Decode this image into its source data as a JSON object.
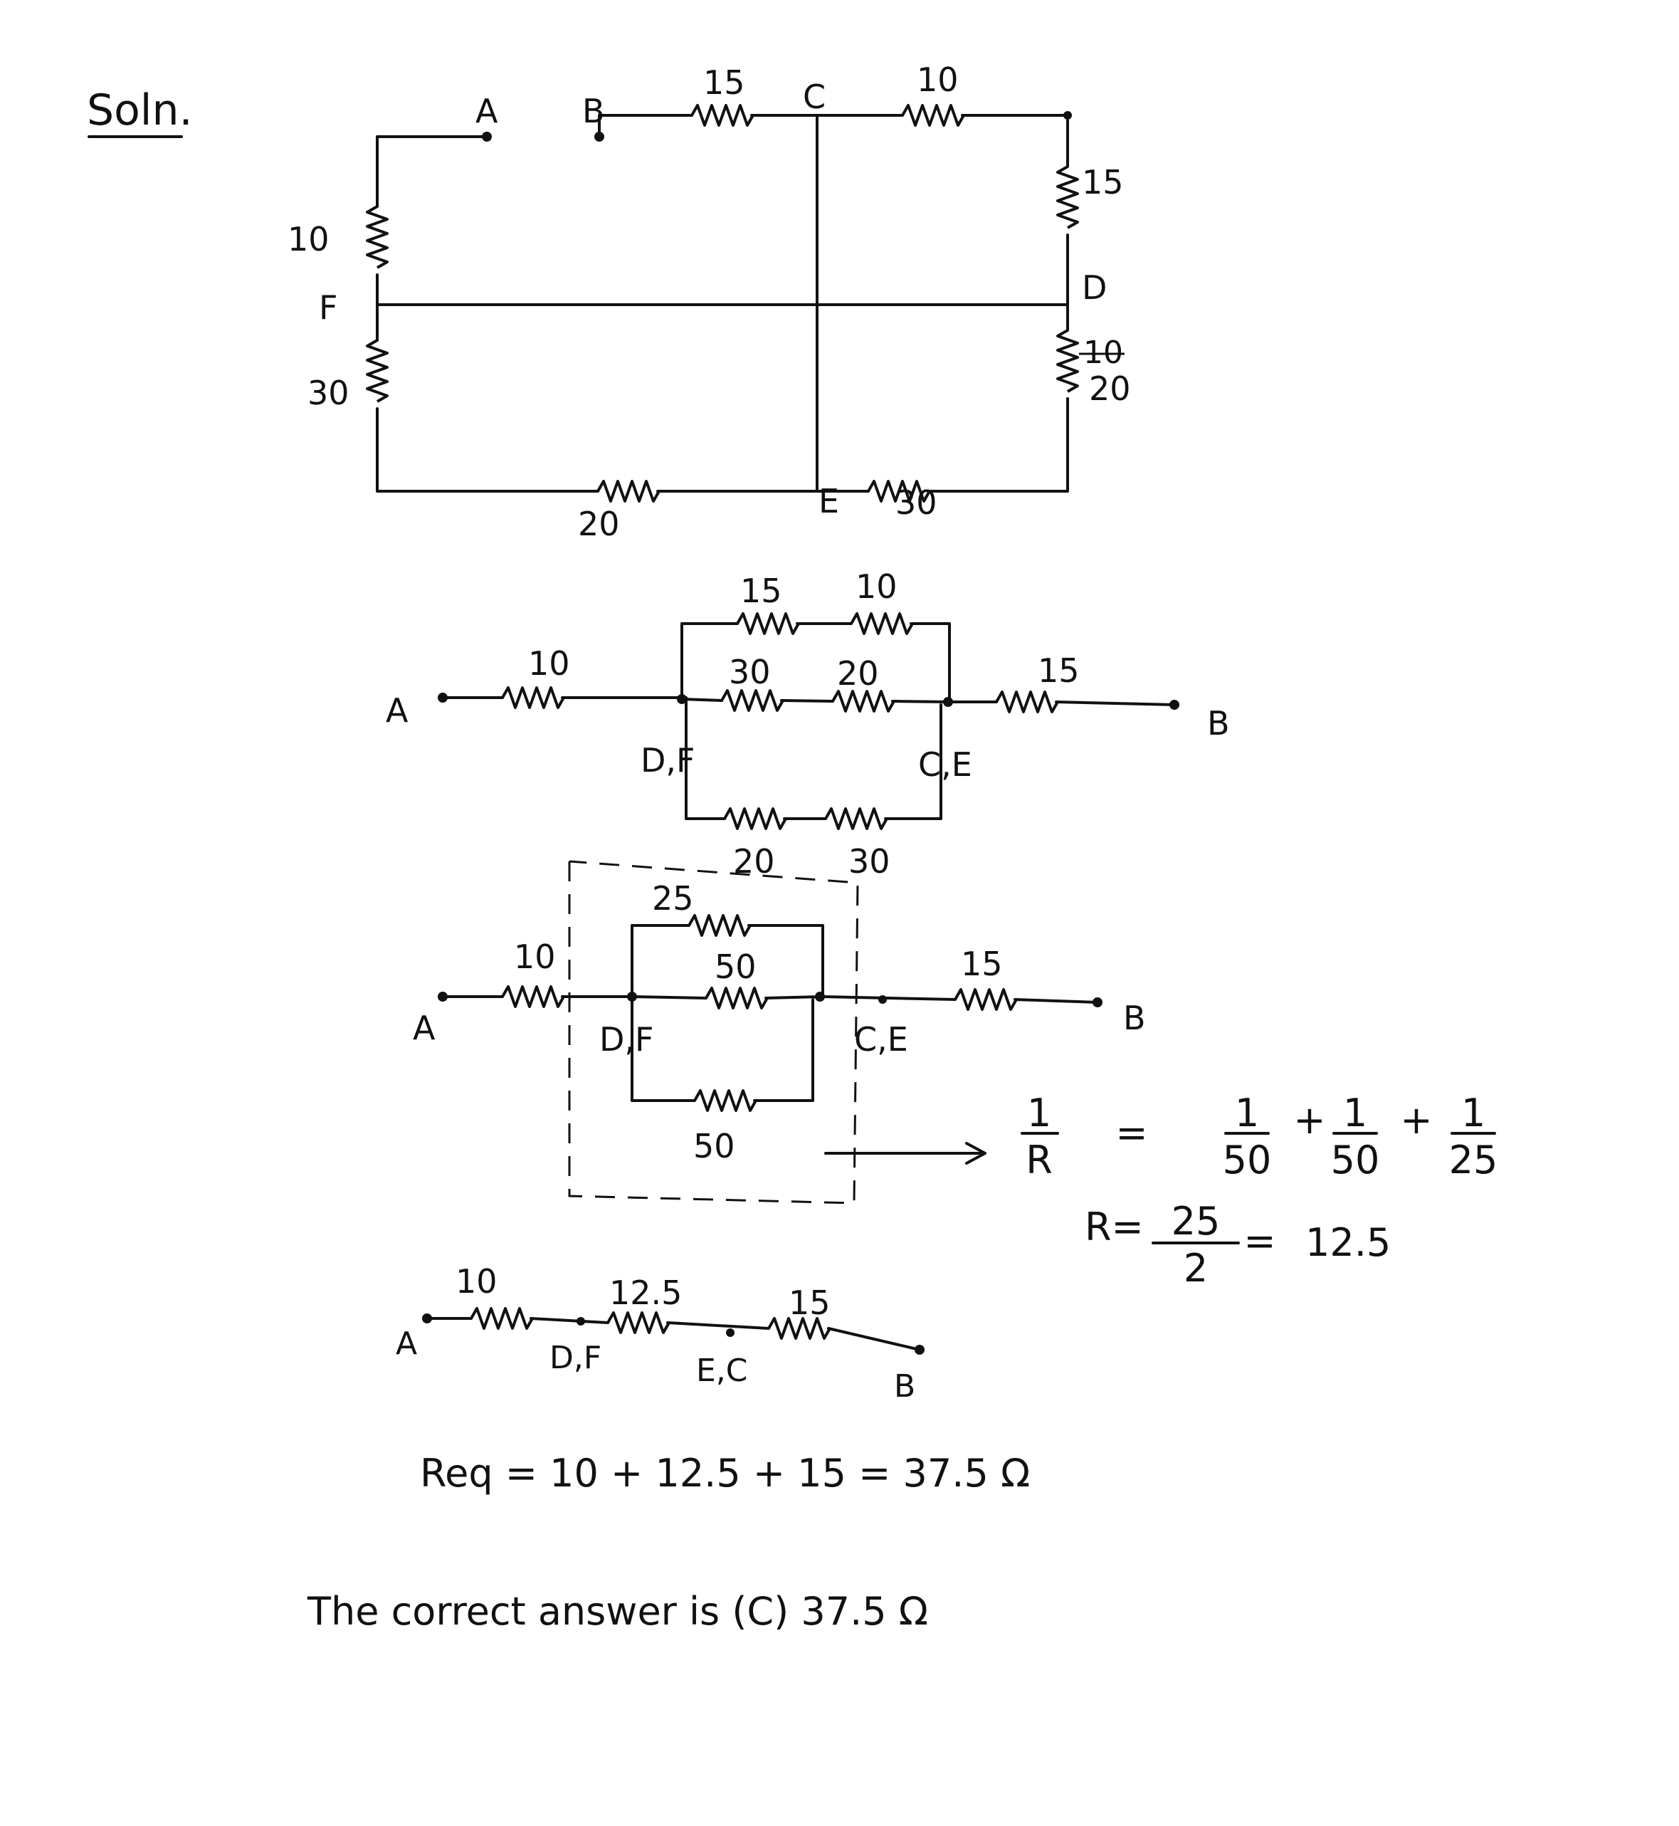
{
  "heading": "Soln.",
  "circuit1": {
    "nodes": {
      "a": "A",
      "b": "B",
      "c": "C",
      "d": "D",
      "e": "E",
      "f": "F"
    },
    "values": {
      "bc": "15",
      "c_right": "10",
      "right_top": "15",
      "right_bottom_old": "10",
      "right_bottom": "20",
      "e_right": "30",
      "bottom_left": "20",
      "left_top": "10",
      "left_bottom": "30"
    }
  },
  "circuit2": {
    "nodes": {
      "a": "A",
      "b": "B",
      "df": "D,F",
      "ce": "C,E"
    },
    "values": {
      "a_series": "10",
      "top1": "15",
      "top2": "10",
      "mid1": "30",
      "mid2": "20",
      "bot1": "20",
      "bot2": "30",
      "b_series": "15"
    }
  },
  "circuit3": {
    "nodes": {
      "a": "A",
      "b": "B",
      "df": "D,F",
      "ce": "C,E"
    },
    "values": {
      "a_series": "10",
      "top": "25",
      "mid": "50",
      "bot": "50",
      "b_series": "15"
    }
  },
  "parallel_calc": {
    "lhs_num": "1",
    "lhs_den": "R",
    "eq": "=",
    "term1_num": "1",
    "term1_den": "50",
    "plus1": "+",
    "term2_num": "1",
    "term2_den": "50",
    "plus2": "+",
    "term3_num": "1",
    "term3_den": "25",
    "r_label": "R=",
    "r_num": "25",
    "r_den": "2",
    "r_eq": "=",
    "r_result": "12.5"
  },
  "circuit4": {
    "nodes": {
      "a": "A",
      "df": "D,F",
      "ec": "E,C",
      "b": "B"
    },
    "values": {
      "r1": "10",
      "r2": "12.5",
      "r3": "15"
    }
  },
  "req_line": "Req =  10 + 12.5 + 15  =  37.5 Ω",
  "answer_line": "The correct answer is (C) 37.5 Ω"
}
